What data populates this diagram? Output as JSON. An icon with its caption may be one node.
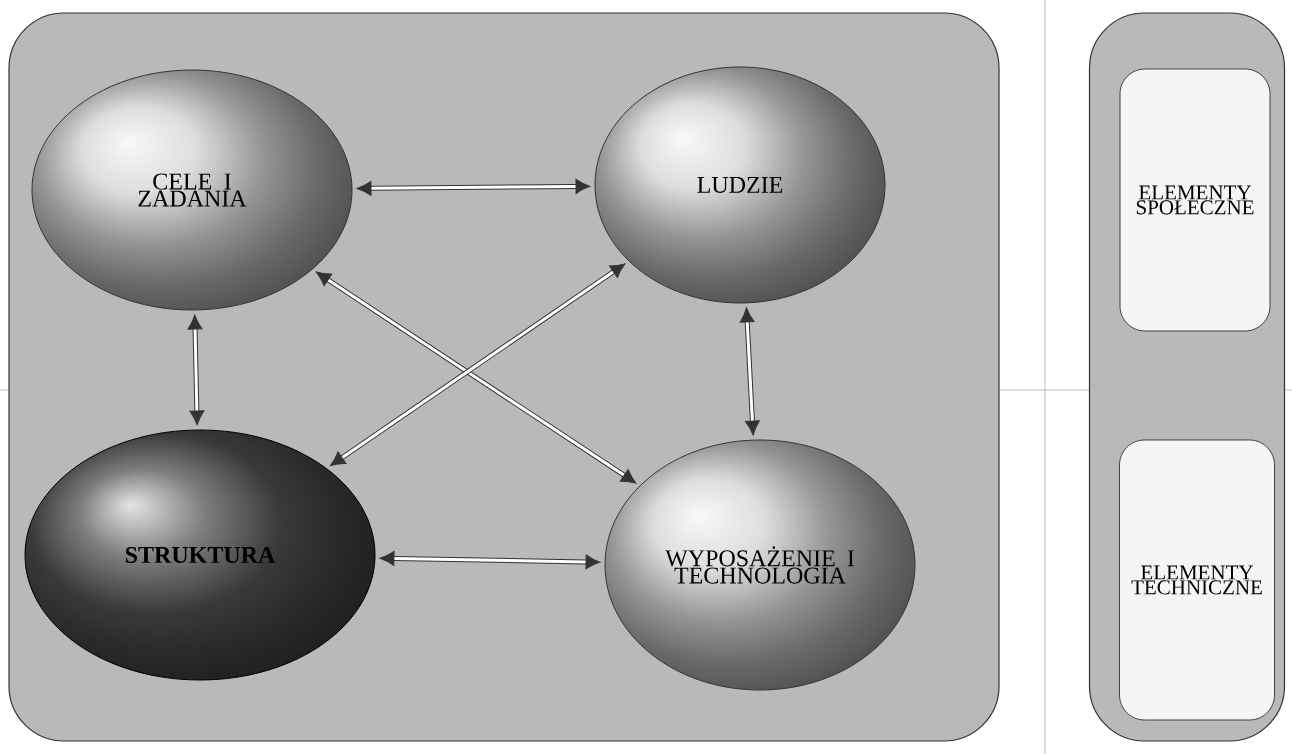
{
  "diagram": {
    "nodes": [
      {
        "text": [],
        "shape": "box"
      },
      {
        "text": [
          "CELE I ZADANIA"
        ],
        "in": 0
      },
      {
        "text": [
          "LUDZIE"
        ],
        "in": 0
      },
      {
        "text": [
          "STRUKTURA"
        ],
        "in": 0
      },
      {
        "text": [
          "WYPOSAŻENIE I TECHNOLOGIA"
        ],
        "in": 0
      },
      {
        "text": [],
        "shape": "box"
      },
      {
        "text": [
          "ELEMENTY SPOŁECZNE"
        ],
        "in": 5
      },
      {
        "text": [
          "ELEMENTY TECHNICZNE"
        ],
        "in": 5
      }
    ],
    "edges": [
      {
        "from": 1,
        "to": 2,
        "arrow": "both"
      },
      {
        "from": 1,
        "to": 3,
        "arrow": "both"
      },
      {
        "from": 1,
        "to": 4,
        "arrow": "both"
      },
      {
        "from": 2,
        "to": 3,
        "arrow": "both"
      },
      {
        "from": 2,
        "to": 4,
        "arrow": "both"
      },
      {
        "from": 3,
        "to": 4,
        "arrow": "both"
      }
    ]
  }
}
